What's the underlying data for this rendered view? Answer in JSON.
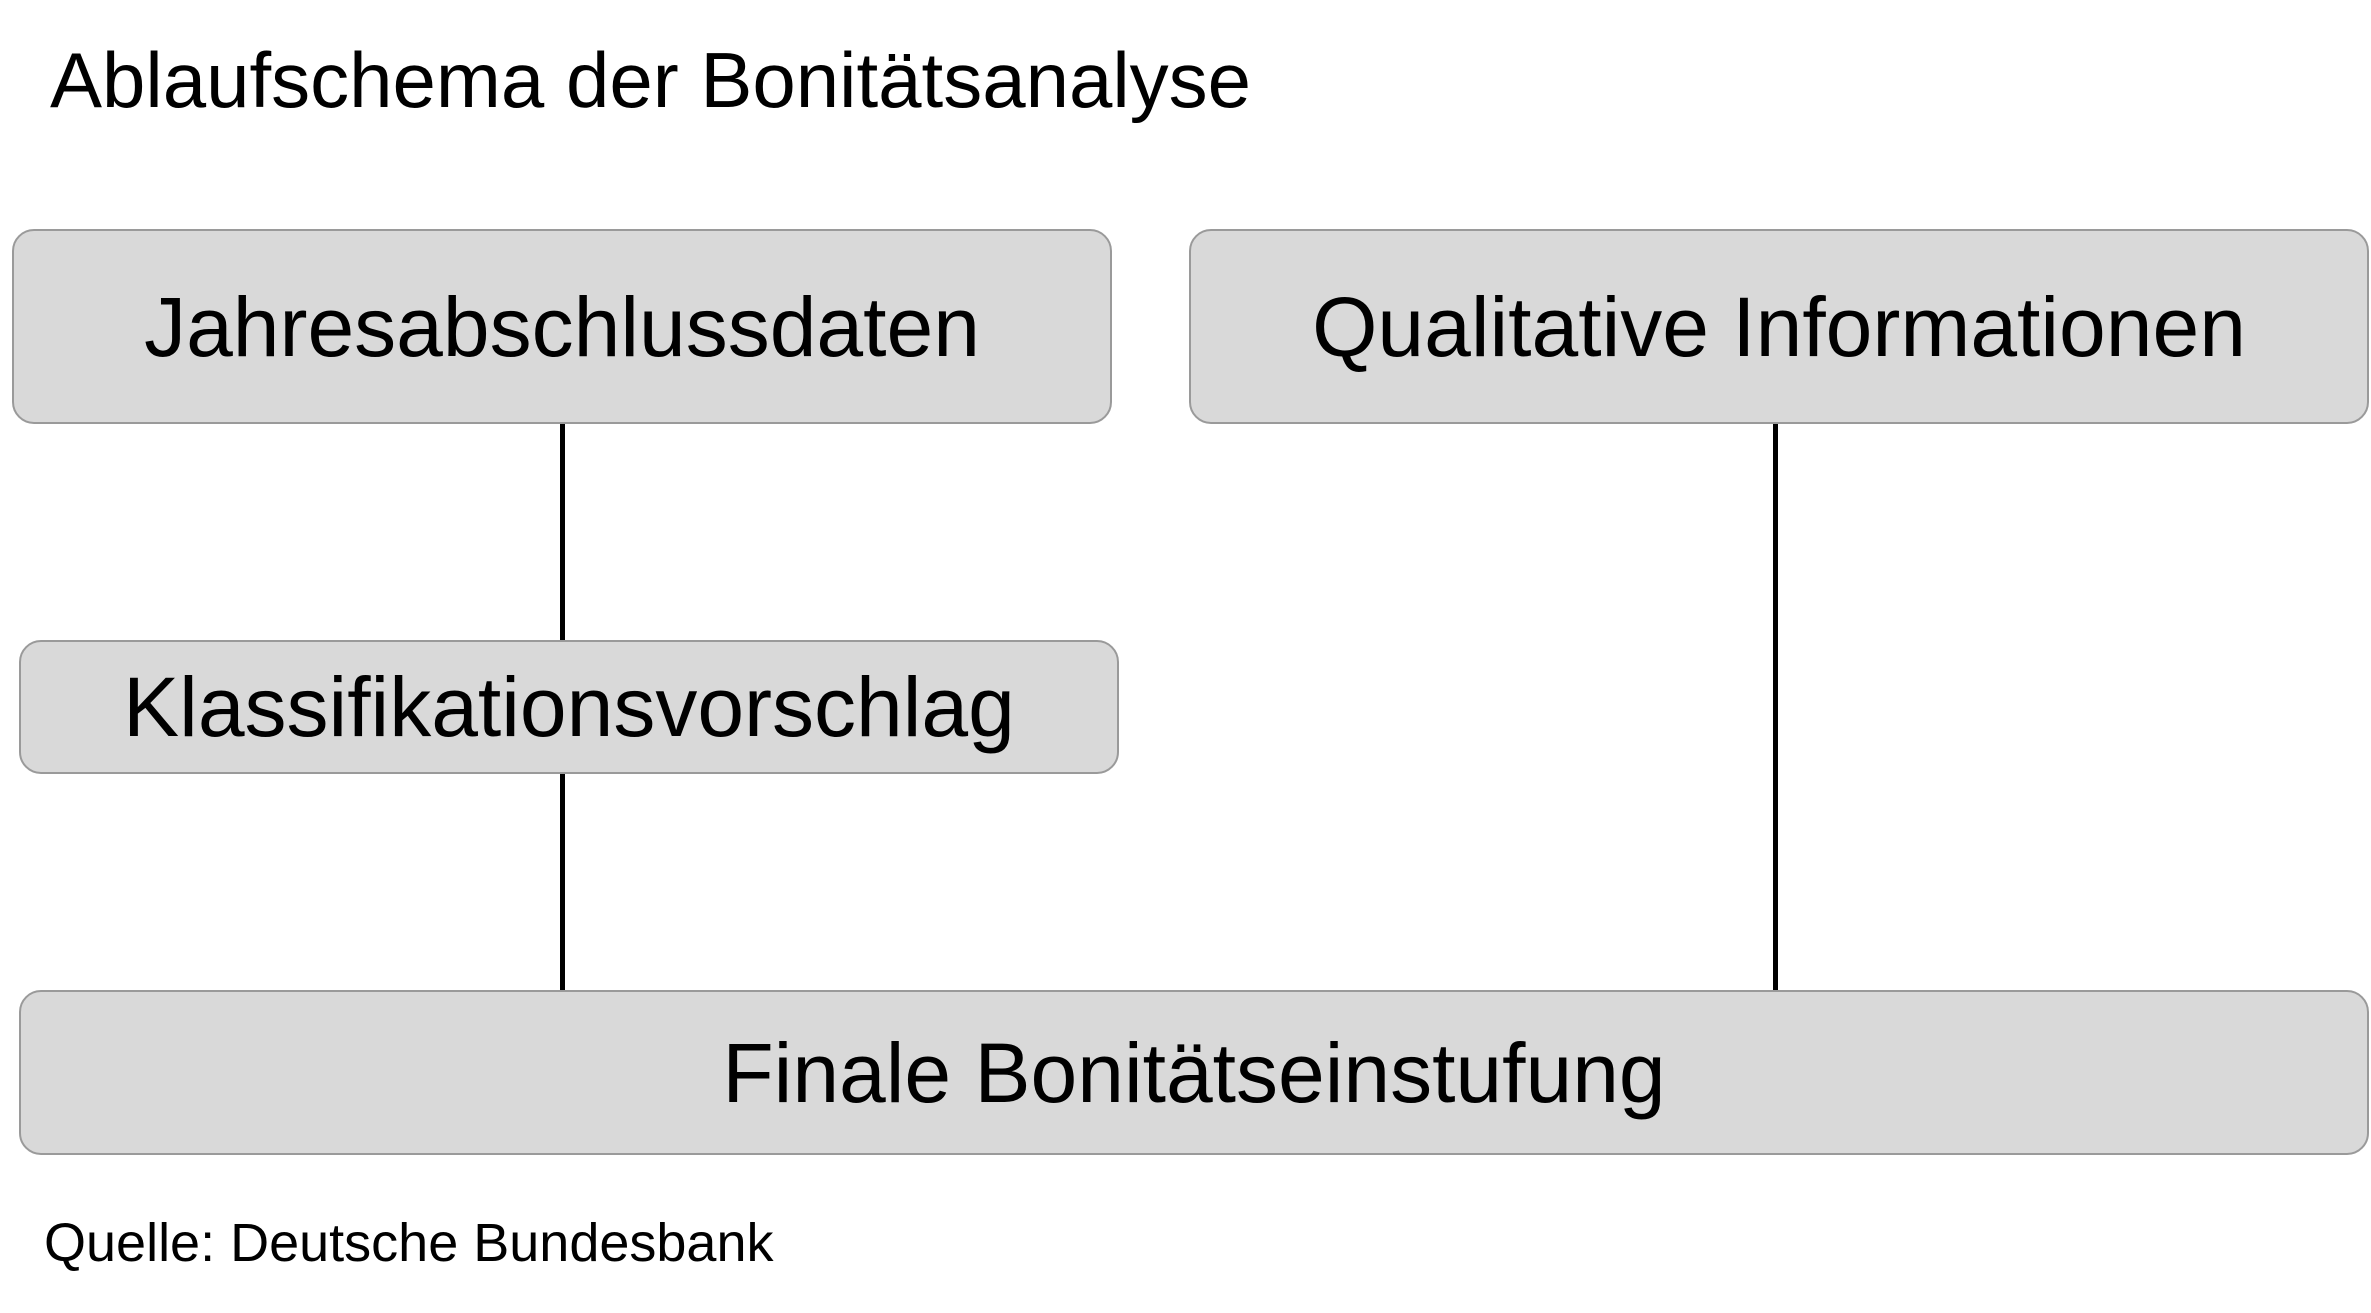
{
  "title": "Ablaufschema der Bonitätsanalyse",
  "nodes": {
    "annual_data": "Jahresabschlussdaten",
    "qualitative_info": "Qualitative Informationen",
    "classification_proposal": "Klassifikationsvorschlag",
    "final_rating": "Finale Bonitätseinstufung"
  },
  "edges": [
    {
      "from": "annual_data",
      "to": "classification_proposal"
    },
    {
      "from": "classification_proposal",
      "to": "final_rating"
    },
    {
      "from": "qualitative_info",
      "to": "final_rating"
    }
  ],
  "source": "Quelle: Deutsche Bundesbank",
  "colors": {
    "box_fill": "#d9d9d9",
    "box_border": "#9a9a9a",
    "connector": "#000000",
    "text": "#000000"
  }
}
